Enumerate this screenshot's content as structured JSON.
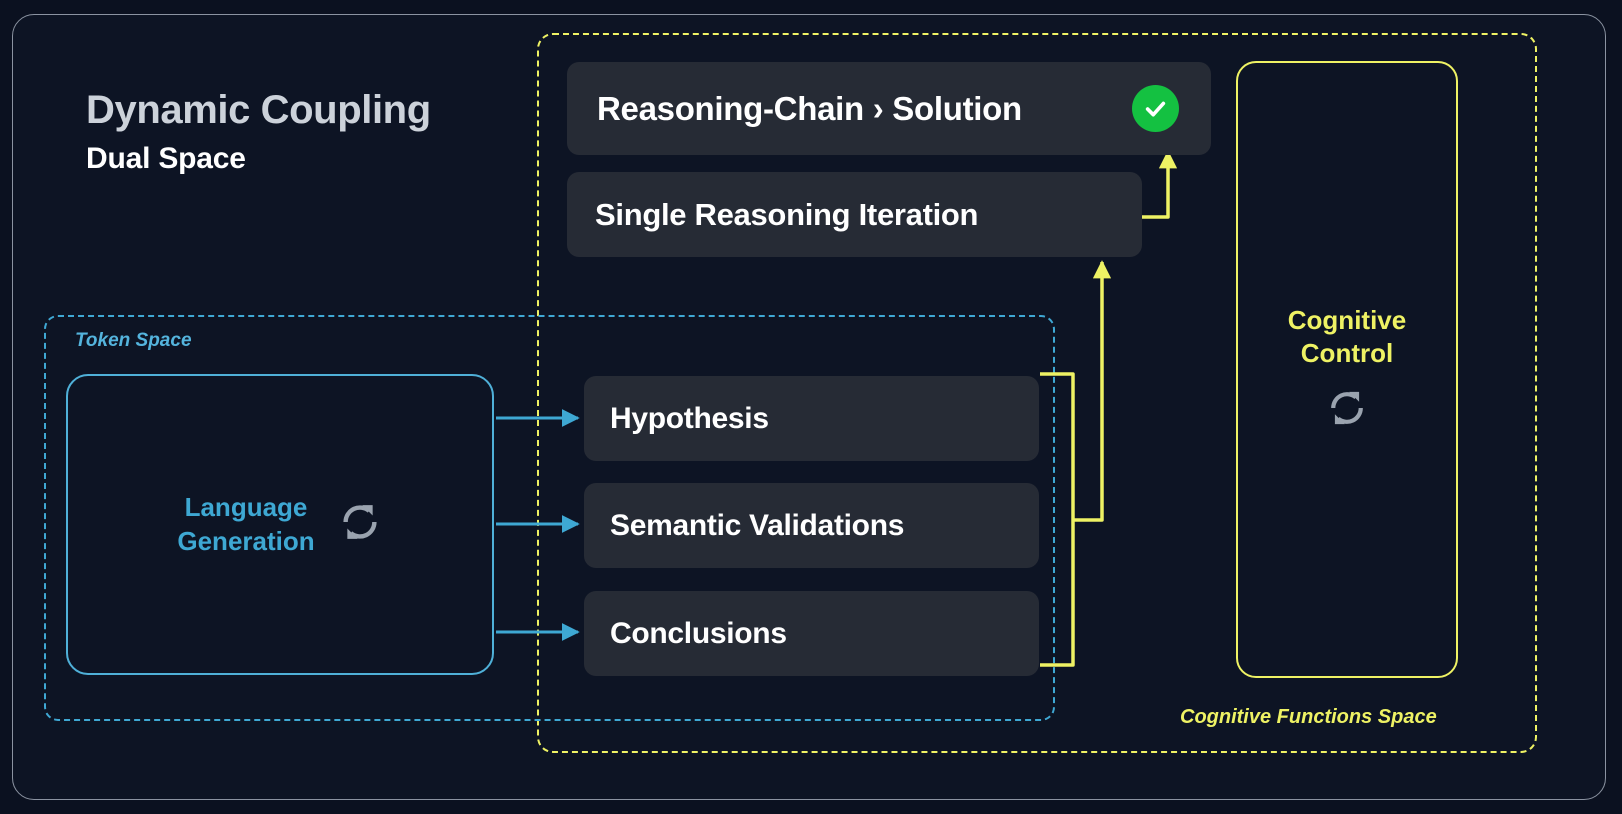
{
  "page": {
    "background_color": "#0b1120",
    "frame_color": "#8b93a1"
  },
  "header": {
    "title": "Dynamic Coupling",
    "subtitle": "Dual Space"
  },
  "regions": {
    "token_space": {
      "label": "Token Space",
      "color": "#54b4dd",
      "border_style": "dashed"
    },
    "cognitive_functions_space": {
      "label": "Cognitive Functions Space",
      "color": "#eef264",
      "border_style": "dashed"
    }
  },
  "language_generation": {
    "label": "Language\nGeneration",
    "icon": "sync-icon",
    "color": "#3ea8d3"
  },
  "cognitive_control": {
    "label": "Cognitive\nControl",
    "icon": "sync-icon",
    "color": "#eef264"
  },
  "cards": {
    "solution": {
      "label": "Reasoning-Chain › Solution",
      "status_icon": "check-icon",
      "status_color": "#14c141"
    },
    "iteration": {
      "label": "Single Reasoning Iteration"
    },
    "steps": [
      {
        "label": "Hypothesis"
      },
      {
        "label": "Semantic Validations"
      },
      {
        "label": "Conclusions"
      }
    ]
  },
  "connectors": {
    "generation_to_steps_color": "#3ea8d3",
    "feedback_color": "#eef264"
  }
}
